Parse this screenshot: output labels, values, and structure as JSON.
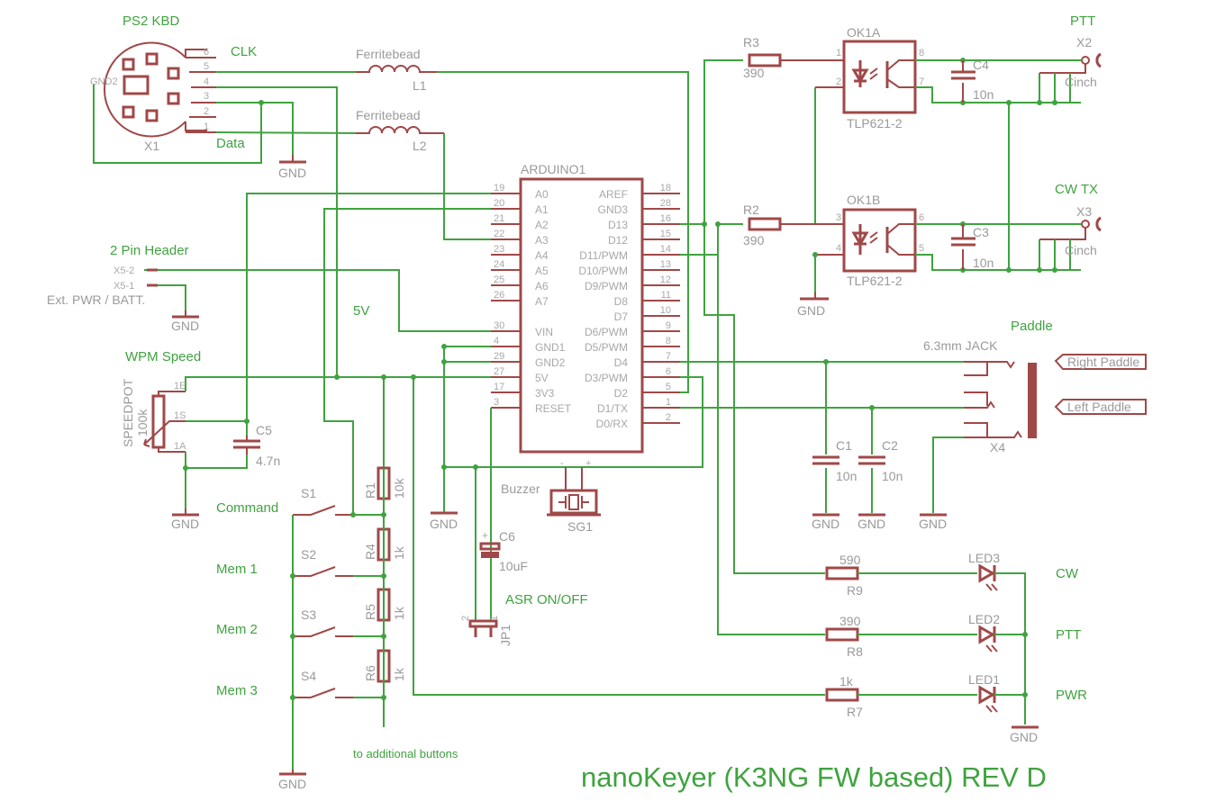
{
  "title": "nanoKeyer (K3NG FW based) REV D",
  "colors": {
    "wire": "#3fa33f",
    "part": "#a04848",
    "label_net": "#3fa33f",
    "label_part": "#9a9a9a"
  },
  "ps2": {
    "heading": "PS2 KBD",
    "ref": "X1",
    "gnd_pin": "GND2",
    "pins": [
      "6",
      "5",
      "4",
      "3",
      "2",
      "1"
    ],
    "clk": "CLK",
    "data": "Data",
    "gnd": "GND"
  },
  "ferrite": [
    {
      "name": "Ferritebead",
      "ref": "L1"
    },
    {
      "name": "Ferritebead",
      "ref": "L2"
    }
  ],
  "arduino": {
    "ref": "ARDUINO1",
    "left_pins": [
      {
        "num": "19",
        "name": "A0"
      },
      {
        "num": "20",
        "name": "A1"
      },
      {
        "num": "21",
        "name": "A2"
      },
      {
        "num": "22",
        "name": "A3"
      },
      {
        "num": "23",
        "name": "A4"
      },
      {
        "num": "24",
        "name": "A5"
      },
      {
        "num": "25",
        "name": "A6"
      },
      {
        "num": "26",
        "name": "A7"
      },
      {
        "num": "30",
        "name": "VIN"
      },
      {
        "num": "4",
        "name": "GND1"
      },
      {
        "num": "29",
        "name": "GND2"
      },
      {
        "num": "27",
        "name": "5V"
      },
      {
        "num": "17",
        "name": "3V3"
      },
      {
        "num": "3",
        "name": "RESET"
      }
    ],
    "right_pins": [
      {
        "num": "18",
        "name": "AREF"
      },
      {
        "num": "28",
        "name": "GND3"
      },
      {
        "num": "16",
        "name": "D13"
      },
      {
        "num": "15",
        "name": "D12"
      },
      {
        "num": "14",
        "name": "D11/PWM"
      },
      {
        "num": "13",
        "name": "D10/PWM"
      },
      {
        "num": "12",
        "name": "D9/PWM"
      },
      {
        "num": "11",
        "name": "D8"
      },
      {
        "num": "10",
        "name": "D7"
      },
      {
        "num": "9",
        "name": "D6/PWM"
      },
      {
        "num": "8",
        "name": "D5/PWM"
      },
      {
        "num": "7",
        "name": "D4"
      },
      {
        "num": "6",
        "name": "D3/PWM"
      },
      {
        "num": "5",
        "name": "D2"
      },
      {
        "num": "1",
        "name": "D1/TX"
      },
      {
        "num": "2",
        "name": "D0/RX"
      }
    ]
  },
  "header": {
    "heading": "2 Pin Header",
    "pin2": "X5-2",
    "pin1": "X5-1",
    "note": "Ext. PWR / BATT.",
    "gnd": "GND"
  },
  "net_5v": "5V",
  "speed": {
    "heading": "WPM Speed",
    "ref": "SPEEDPOT",
    "value": "100k",
    "pins": [
      "1E",
      "1S",
      "1A"
    ],
    "cap_ref": "C5",
    "cap_value": "4.7n",
    "gnd": "GND"
  },
  "switches": [
    {
      "label": "Command",
      "ref": "S1",
      "r_ref": "R1",
      "r_val": "10k"
    },
    {
      "label": "Mem 1",
      "ref": "S2",
      "r_ref": "R4",
      "r_val": "1k"
    },
    {
      "label": "Mem 2",
      "ref": "S3",
      "r_ref": "R5",
      "r_val": "1k"
    },
    {
      "label": "Mem 3",
      "ref": "S4",
      "r_ref": "R6",
      "r_val": "1k"
    }
  ],
  "additional_buttons": "to additional buttons",
  "switch_gnd": "GND",
  "buzzer": {
    "label": "Buzzer",
    "ref": "SG1",
    "minus": "-",
    "plus": "+"
  },
  "gnd_arduino": "GND",
  "asr": {
    "cap_ref": "C6",
    "cap_value": "10uF",
    "plus": "+",
    "label": "ASR ON/OFF",
    "jumper": "JP1",
    "jp_pins": [
      "2",
      "1"
    ]
  },
  "opto_a": {
    "ref": "OK1A",
    "part": "TLP621-2",
    "pins": [
      "1",
      "2",
      "8",
      "7"
    ],
    "r_ref": "R3",
    "r_val": "390",
    "cap_ref": "C4",
    "cap_val": "10n",
    "out_heading": "PTT",
    "out_ref": "X2",
    "out_type": "Cinch"
  },
  "opto_b": {
    "ref": "OK1B",
    "part": "TLP621-2",
    "pins": [
      "3",
      "4",
      "6",
      "5"
    ],
    "r_ref": "R2",
    "r_val": "390",
    "cap_ref": "C3",
    "cap_val": "10n",
    "out_heading": "CW TX",
    "out_ref": "X3",
    "out_type": "Cinch",
    "gnd": "GND"
  },
  "paddle": {
    "heading": "Paddle",
    "jack": "6.3mm JACK",
    "ref": "X4",
    "right": "Right Paddle",
    "left": "Left Paddle",
    "c1": "C1",
    "c1_val": "10n",
    "c2": "C2",
    "c2_val": "10n",
    "gnd": "GND"
  },
  "leds": [
    {
      "r_val": "590",
      "r_ref": "R9",
      "led": "LED3",
      "label": "CW"
    },
    {
      "r_val": "390",
      "r_ref": "R8",
      "led": "LED2",
      "label": "PTT"
    },
    {
      "r_val": "1k",
      "r_ref": "R7",
      "led": "LED1",
      "label": "PWR"
    }
  ],
  "led_gnd": "GND"
}
